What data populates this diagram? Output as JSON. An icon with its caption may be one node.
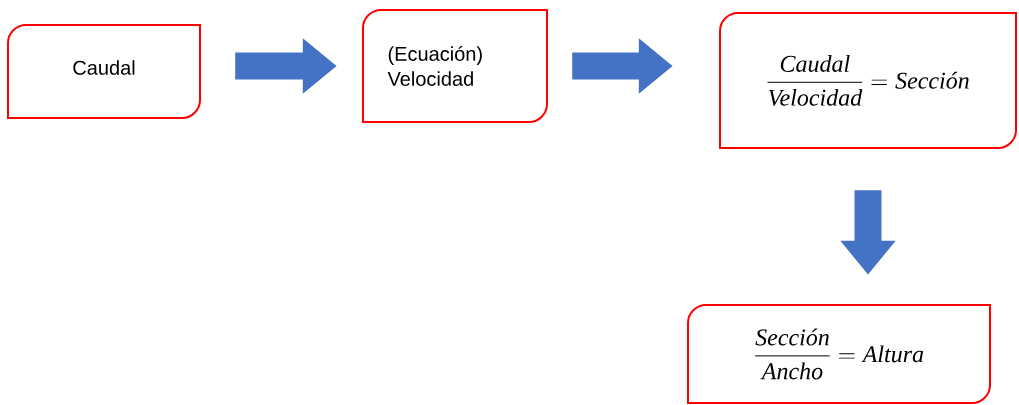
{
  "diagram": {
    "nodes": [
      {
        "text": [
          "Caudal"
        ]
      },
      {
        "text": [
          "(Ecuación) Velocidad"
        ]
      },
      {
        "text": [
          "\\frac{\\textit{Caudal}}{\\textit{Velocidad}}=\\textit{Sección}"
        ]
      },
      {
        "text": [
          "\\frac{\\textit{Sección}}{\\textit{Ancho}}=\\textit{Altura}"
        ]
      }
    ],
    "edges": [
      {
        "from": 0,
        "to": 1,
        "arrow": "to"
      },
      {
        "from": 1,
        "to": 2,
        "arrow": "to"
      },
      {
        "from": 2,
        "to": 3,
        "arrow": "to"
      }
    ]
  }
}
